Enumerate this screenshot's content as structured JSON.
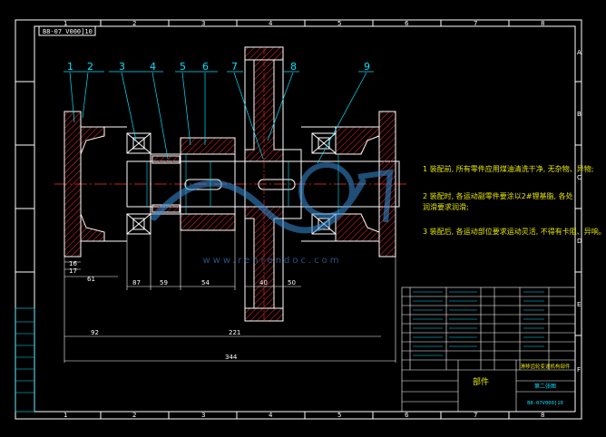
{
  "drawing_code": "B8-07 V000]10",
  "balloons": [
    "1",
    "2",
    "3",
    "4",
    "5",
    "6",
    "7",
    "8",
    "9"
  ],
  "border_letters": [
    "A",
    "B",
    "C",
    "D",
    "E",
    "F"
  ],
  "border_numbers": [
    "1",
    "2",
    "3",
    "4",
    "5",
    "6",
    "7",
    "8"
  ],
  "dimensions": {
    "d16": "16",
    "d17": "17",
    "d61": "61",
    "d87": "87",
    "d59": "59",
    "d54": "54",
    "d40": "40",
    "d50": "50",
    "d92": "92",
    "d221": "221",
    "d344": "344"
  },
  "tech_notes": [
    "1 装配前, 所有零件应用煤油清洗干净, 无杂物、异物;",
    "2 装配时, 各运动副零件要涂以2#锂基脂, 各处润滑要求润滑;",
    "3 装配后, 各运动部位要求运动灵活, 不得有卡阻、异响。"
  ],
  "title_block": {
    "title": "部件",
    "subtitle": "滑移齿轮变速机构部件",
    "scale": "第二张图",
    "drawing_no": "B8-07V000]10"
  },
  "watermark": "www.renrendoc.com",
  "colors": {
    "background": "#000000",
    "outline": "#ffffff",
    "part": "#ff3b3b",
    "hatch": "#e02020",
    "centerline": "#ff3030",
    "leader": "#00e5ff",
    "note": "#e8e800",
    "watermark": "#3a8fd8"
  }
}
